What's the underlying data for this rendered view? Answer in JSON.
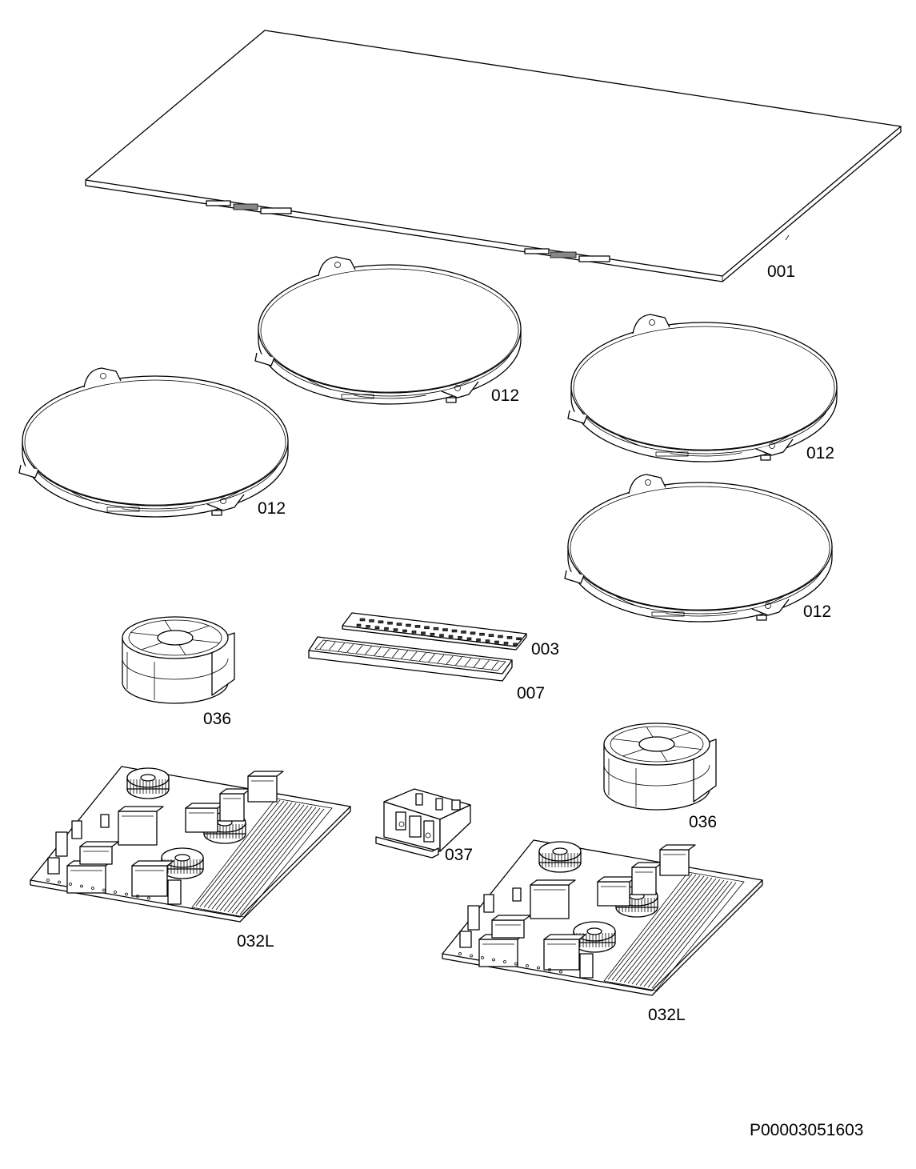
{
  "diagram": {
    "labels": {
      "glass_top": "001",
      "coil_top_center": "012",
      "coil_left": "012",
      "coil_right_upper": "012",
      "coil_right_lower": "012",
      "control_board": "003",
      "control_frame": "007",
      "fan_left": "036",
      "fan_right": "036",
      "filter_module": "037",
      "power_board_left": "032L",
      "power_board_right": "032L"
    },
    "drawing_code": "P00003051603"
  }
}
